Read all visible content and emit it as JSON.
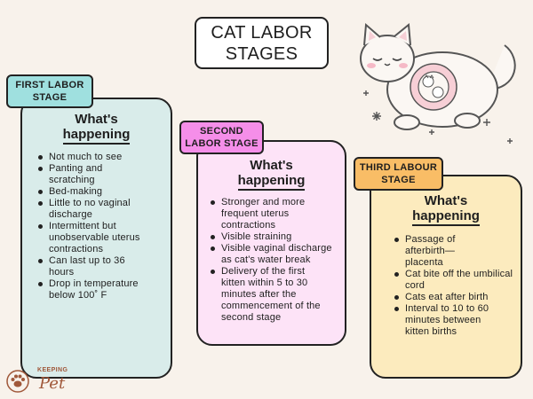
{
  "title": [
    "CAT LABOR",
    "STAGES"
  ],
  "stages": [
    {
      "tag": [
        "FIRST LABOR",
        "STAGE"
      ],
      "heading": [
        "What's",
        "happening"
      ],
      "items": [
        "Not much to see",
        "Panting and scratching",
        "Bed-making",
        "Little to no vaginal discharge",
        "Intermittent but unobservable uterus contractions",
        "Can last up to 36 hours",
        "Drop in temperature below 100˚ F"
      ]
    },
    {
      "tag": [
        "SECOND",
        "LABOR STAGE"
      ],
      "heading": [
        "What's",
        "happening"
      ],
      "items": [
        "Stronger and more frequent uterus contractions",
        "Visible straining",
        "Visible vaginal discharge as cat's water break",
        "Delivery of the first kitten within 5 to 30 minutes after the commencement of the second stage"
      ]
    },
    {
      "tag": [
        "THIRD LABOUR",
        "STAGE"
      ],
      "heading": [
        "What's",
        "happening"
      ],
      "items": [
        "Passage of afterbirth—placenta",
        "Cat bite off the umbilical cord",
        "Cats eat after birth",
        "Interval to 10 to 60 minutes between kitten births"
      ]
    }
  ],
  "logo": {
    "line1": "KEEPING",
    "line2": "Pet"
  },
  "colors": {
    "stage1_card": "#d9ecea",
    "stage1_tag": "#9fe0df",
    "stage2_card": "#fde3f7",
    "stage2_tag": "#f58ee9",
    "stage3_card": "#fcebbe",
    "stage3_tag": "#f9bd66",
    "logo": "#a0583a"
  }
}
